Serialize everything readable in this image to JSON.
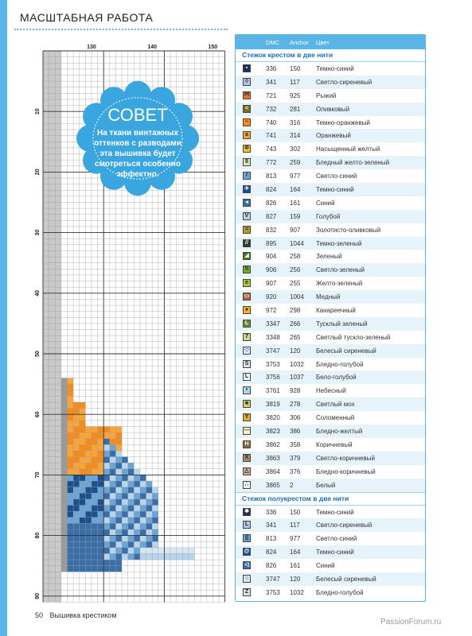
{
  "header": {
    "title": "МАСШТАБНАЯ РАБОТА"
  },
  "chart": {
    "col_labels": [
      "130",
      "140",
      "150"
    ],
    "row_labels": [
      "10",
      "20",
      "30",
      "40",
      "50",
      "60",
      "70",
      "80",
      "90"
    ]
  },
  "tip": {
    "title": "СОВЕТ",
    "lines": [
      "На ткани винтажных",
      "оттенков с разводами",
      "эта вышивка будет",
      "смотреться особенно",
      "эффектно."
    ]
  },
  "legend": {
    "head": {
      "dmc": "DMC",
      "anchor": "Anchor",
      "color": "Цвет"
    },
    "cross_title": "Стежок крестом в две нити",
    "cross": [
      {
        "dmc": "336",
        "anchor": "150",
        "name": "Темно-синий",
        "fill": "#1f2f5c",
        "sym": "▪",
        "fg": "#fff"
      },
      {
        "dmc": "341",
        "anchor": "117",
        "name": "Светло-сиреневый",
        "fill": "#b9c2e6",
        "sym": "◊",
        "fg": "#222"
      },
      {
        "dmc": "721",
        "anchor": "925",
        "name": "Рыжий",
        "fill": "#e47a2c",
        "sym": "Ϻ",
        "fg": "#222"
      },
      {
        "dmc": "732",
        "anchor": "281",
        "name": "Оливковый",
        "fill": "#7a6f1d",
        "sym": "<",
        "fg": "#fff"
      },
      {
        "dmc": "740",
        "anchor": "316",
        "name": "Темно-оранжевый",
        "fill": "#f28c1e",
        "sym": "~",
        "fg": "#222"
      },
      {
        "dmc": "741",
        "anchor": "314",
        "name": "Оранжевый",
        "fill": "#f7a43b",
        "sym": "a",
        "fg": "#222"
      },
      {
        "dmc": "743",
        "anchor": "302",
        "name": "Насыщенный желтый",
        "fill": "#f7c23a",
        "sym": "Φ",
        "fg": "#222"
      },
      {
        "dmc": "772",
        "anchor": "259",
        "name": "Бледный желто-зеленый",
        "fill": "#d8eab0",
        "sym": "8",
        "fg": "#222"
      },
      {
        "dmc": "813",
        "anchor": "977",
        "name": "Светло-синий",
        "fill": "#6aa5d6",
        "sym": "/",
        "fg": "#222"
      },
      {
        "dmc": "824",
        "anchor": "164",
        "name": "Темно-синий",
        "fill": "#1d4f8c",
        "sym": "✈",
        "fg": "#fff"
      },
      {
        "dmc": "826",
        "anchor": "161",
        "name": "Синий",
        "fill": "#3a6ea8",
        "sym": "◂",
        "fg": "#fff"
      },
      {
        "dmc": "827",
        "anchor": "159",
        "name": "Голубой",
        "fill": "#b7d6ee",
        "sym": "V",
        "fg": "#222"
      },
      {
        "dmc": "832",
        "anchor": "907",
        "name": "Золотисто-оливковый",
        "fill": "#b59a3a",
        "sym": "=",
        "fg": "#222"
      },
      {
        "dmc": "895",
        "anchor": "1044",
        "name": "Темно-зеленый",
        "fill": "#27402a",
        "sym": "//",
        "fg": "#fff"
      },
      {
        "dmc": "904",
        "anchor": "258",
        "name": "Зеленый",
        "fill": "#3e7a22",
        "sym": "◢",
        "fg": "#fff"
      },
      {
        "dmc": "906",
        "anchor": "256",
        "name": "Светло-зеленый",
        "fill": "#6fa82c",
        "sym": "\\\\",
        "fg": "#222"
      },
      {
        "dmc": "907",
        "anchor": "255",
        "name": "Желто-зеленый",
        "fill": "#a8cc3a",
        "sym": "e",
        "fg": "#222"
      },
      {
        "dmc": "920",
        "anchor": "1004",
        "name": "Медный",
        "fill": "#b0603a",
        "sym": "▭",
        "fg": "#fff"
      },
      {
        "dmc": "972",
        "anchor": "298",
        "name": "Канареечный",
        "fill": "#f9b51a",
        "sym": "●",
        "fg": "#222"
      },
      {
        "dmc": "3347",
        "anchor": "266",
        "name": "Тусклый зеленый",
        "fill": "#6a8a3a",
        "sym": "L",
        "fg": "#fff"
      },
      {
        "dmc": "3348",
        "anchor": "265",
        "name": "Светлый тускло-зеленый",
        "fill": "#c7dc8e",
        "sym": "7",
        "fg": "#222"
      },
      {
        "dmc": "3747",
        "anchor": "120",
        "name": "Белесый сиреневый",
        "fill": "#dfe4f5",
        "sym": "·:·",
        "fg": "#222"
      },
      {
        "dmc": "3753",
        "anchor": "1032",
        "name": "Бледно-голубой",
        "fill": "#d6e6f2",
        "sym": "S",
        "fg": "#222"
      },
      {
        "dmc": "3756",
        "anchor": "1037",
        "name": "Бело-голубой",
        "fill": "#eef6fb",
        "sym": "L",
        "fg": "#222"
      },
      {
        "dmc": "3761",
        "anchor": "928",
        "name": "Небесный",
        "fill": "#a9d6ee",
        "sym": "•",
        "fg": "#222"
      },
      {
        "dmc": "3819",
        "anchor": "278",
        "name": "Светлый мох",
        "fill": "#d3d56a",
        "sym": "★",
        "fg": "#222"
      },
      {
        "dmc": "3820",
        "anchor": "306",
        "name": "Соломенный",
        "fill": "#deb02c",
        "sym": "Y",
        "fg": "#222"
      },
      {
        "dmc": "3823",
        "anchor": "386",
        "name": "Бледно-желтый",
        "fill": "#fdf4c8",
        "sym": "—",
        "fg": "#222"
      },
      {
        "dmc": "3862",
        "anchor": "358",
        "name": "Коричневый",
        "fill": "#8a6a44",
        "sym": "H",
        "fg": "#fff"
      },
      {
        "dmc": "3863",
        "anchor": "379",
        "name": "Светло-коричневый",
        "fill": "#a98a68",
        "sym": "X",
        "fg": "#222"
      },
      {
        "dmc": "3864",
        "anchor": "376",
        "name": "Бледно-коричневый",
        "fill": "#cbb396",
        "sym": "△",
        "fg": "#222"
      },
      {
        "dmc": "3865",
        "anchor": "2",
        "name": "Белый",
        "fill": "#ffffff",
        "sym": "∴",
        "fg": "#222"
      }
    ],
    "half_title": "Стежок полукрестом в две нити",
    "half": [
      {
        "dmc": "336",
        "anchor": "150",
        "name": "Темно-синий",
        "fill": "#1f2f5c",
        "sym": "✱",
        "fg": "#fff"
      },
      {
        "dmc": "341",
        "anchor": "117",
        "name": "Светло-сиреневый",
        "fill": "#b9c2e6",
        "sym": "L",
        "fg": "#222"
      },
      {
        "dmc": "813",
        "anchor": "977",
        "name": "Светло-синий",
        "fill": "#6aa5d6",
        "sym": "||",
        "fg": "#222"
      },
      {
        "dmc": "824",
        "anchor": "164",
        "name": "Темно-синий",
        "fill": "#1d4f8c",
        "sym": "@",
        "fg": "#fff"
      },
      {
        "dmc": "826",
        "anchor": "161",
        "name": "Синий",
        "fill": "#3a6ea8",
        "sym": "◁",
        "fg": "#fff"
      },
      {
        "dmc": "3747",
        "anchor": "120",
        "name": "Белесый сиреневый",
        "fill": "#dfe4f5",
        "sym": "○",
        "fg": "#222"
      },
      {
        "dmc": "3753",
        "anchor": "1032",
        "name": "Бледно-голубой",
        "fill": "#d6e6f2",
        "sym": "Z",
        "fg": "#222"
      }
    ]
  },
  "footer": {
    "page": "50",
    "magazine": "Вышивка крестиком"
  },
  "watermark": "PassionForum.ru"
}
